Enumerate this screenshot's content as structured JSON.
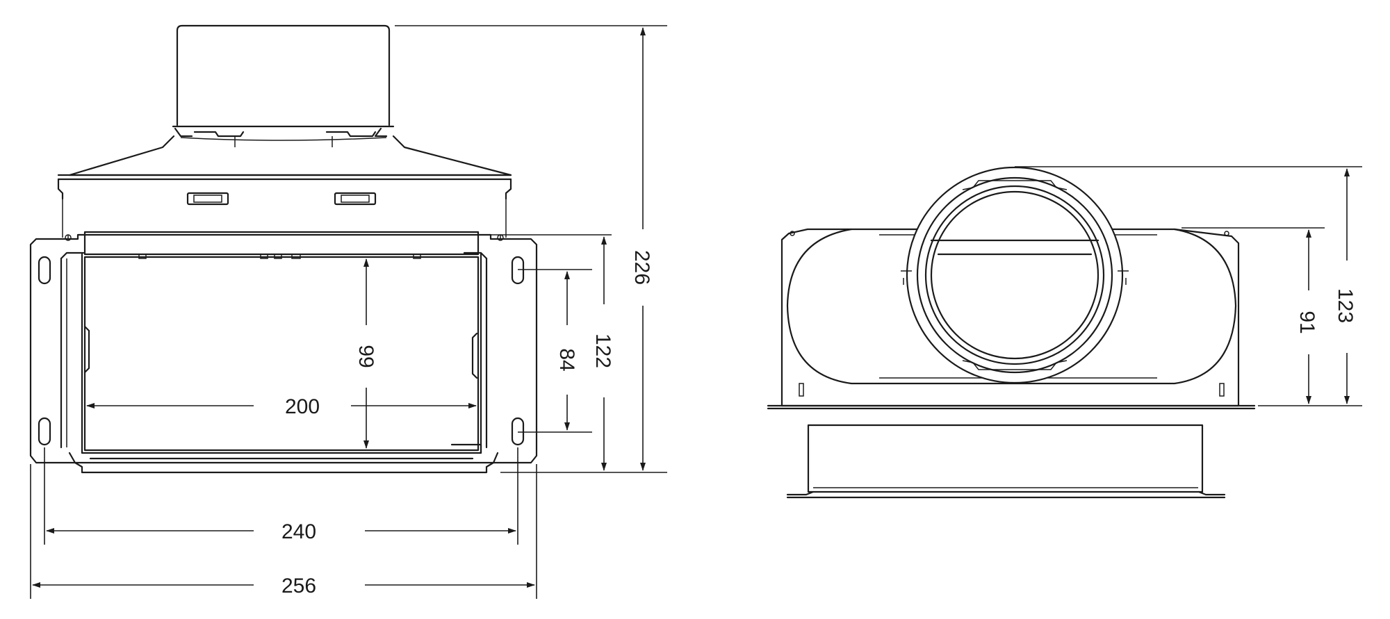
{
  "drawing": {
    "front_view": {
      "dimensions": {
        "overall_height": "226",
        "body_height": "122",
        "slot_spacing": "84",
        "opening_height": "99",
        "opening_width": "200",
        "slot_centers_width": "240",
        "overall_width": "256"
      }
    },
    "side_view": {
      "dimensions": {
        "inner_height": "91",
        "overall_height": "123"
      }
    }
  }
}
